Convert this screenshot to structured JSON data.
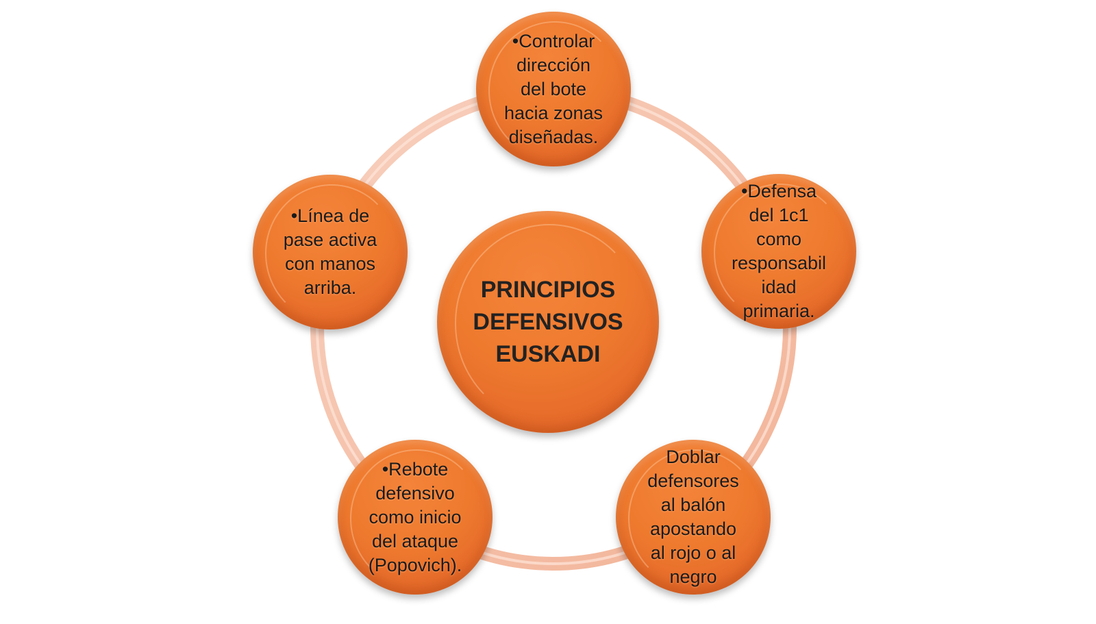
{
  "center": {
    "lines": [
      "PRINCIPIOS",
      "DEFENSIVOS",
      "EUSKADI"
    ]
  },
  "nodes": [
    {
      "id": "top",
      "lines": [
        "•Controlar",
        "dirección",
        "del bote",
        "hacia zonas",
        "diseñadas."
      ]
    },
    {
      "id": "right",
      "lines": [
        "•Defensa",
        "del 1c1",
        "como",
        "responsabil",
        "idad",
        "primaria."
      ]
    },
    {
      "id": "bottom-right",
      "lines": [
        "Doblar",
        "defensores",
        "al balón",
        "apostando",
        "al rojo o al",
        "negro"
      ]
    },
    {
      "id": "bottom-left",
      "lines": [
        "•Rebote",
        "defensivo",
        "como inicio",
        "del ataque",
        "(Popovich)."
      ]
    },
    {
      "id": "left",
      "lines": [
        "•Línea de",
        "pase activa",
        "con manos",
        "arriba."
      ]
    }
  ],
  "colors": {
    "node": "#ee7a2e",
    "ring": "#f4b9a0",
    "text": "#1a1a1a"
  }
}
